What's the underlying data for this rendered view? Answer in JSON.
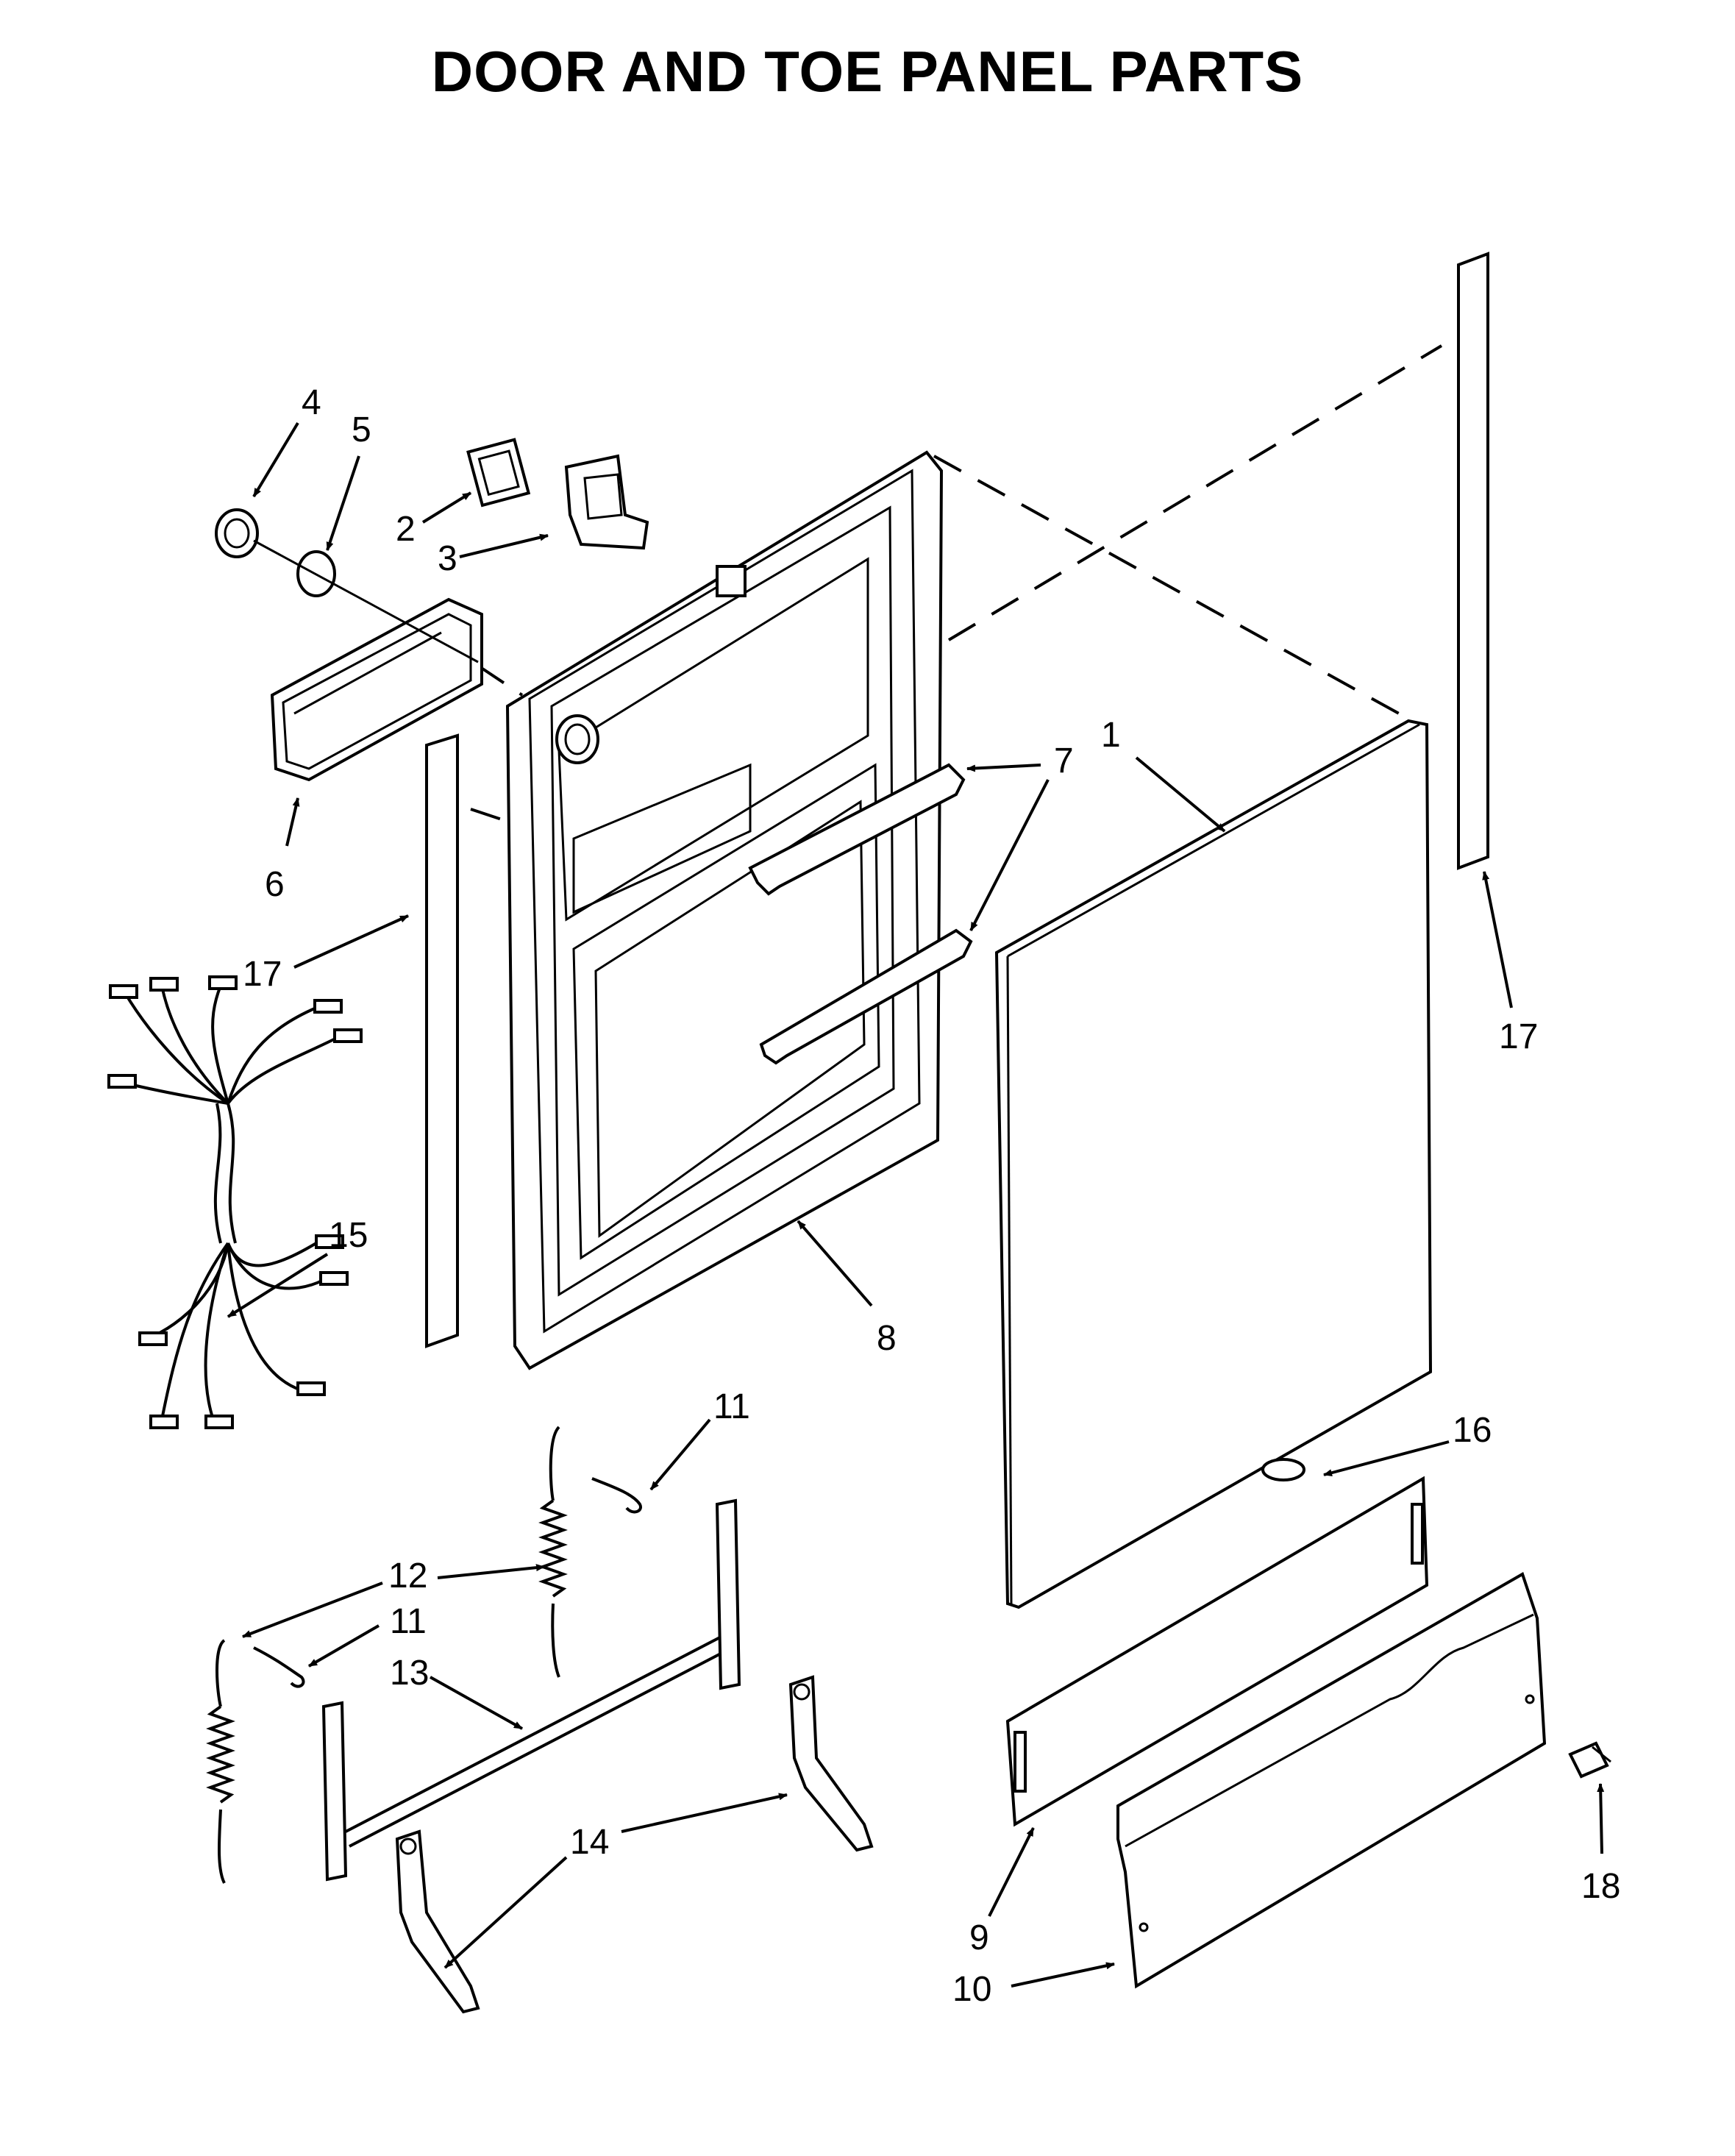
{
  "title": "DOOR AND TOE PANEL PARTS",
  "callouts": {
    "c1": "1",
    "c2": "2",
    "c3": "3",
    "c4": "4",
    "c5": "5",
    "c6": "6",
    "c7": "7",
    "c8": "8",
    "c9": "9",
    "c10": "10",
    "c11a": "11",
    "c11b": "11",
    "c12": "12",
    "c13": "13",
    "c14": "14",
    "c15": "15",
    "c16": "16",
    "c17a": "17",
    "c17b": "17",
    "c18": "18"
  }
}
